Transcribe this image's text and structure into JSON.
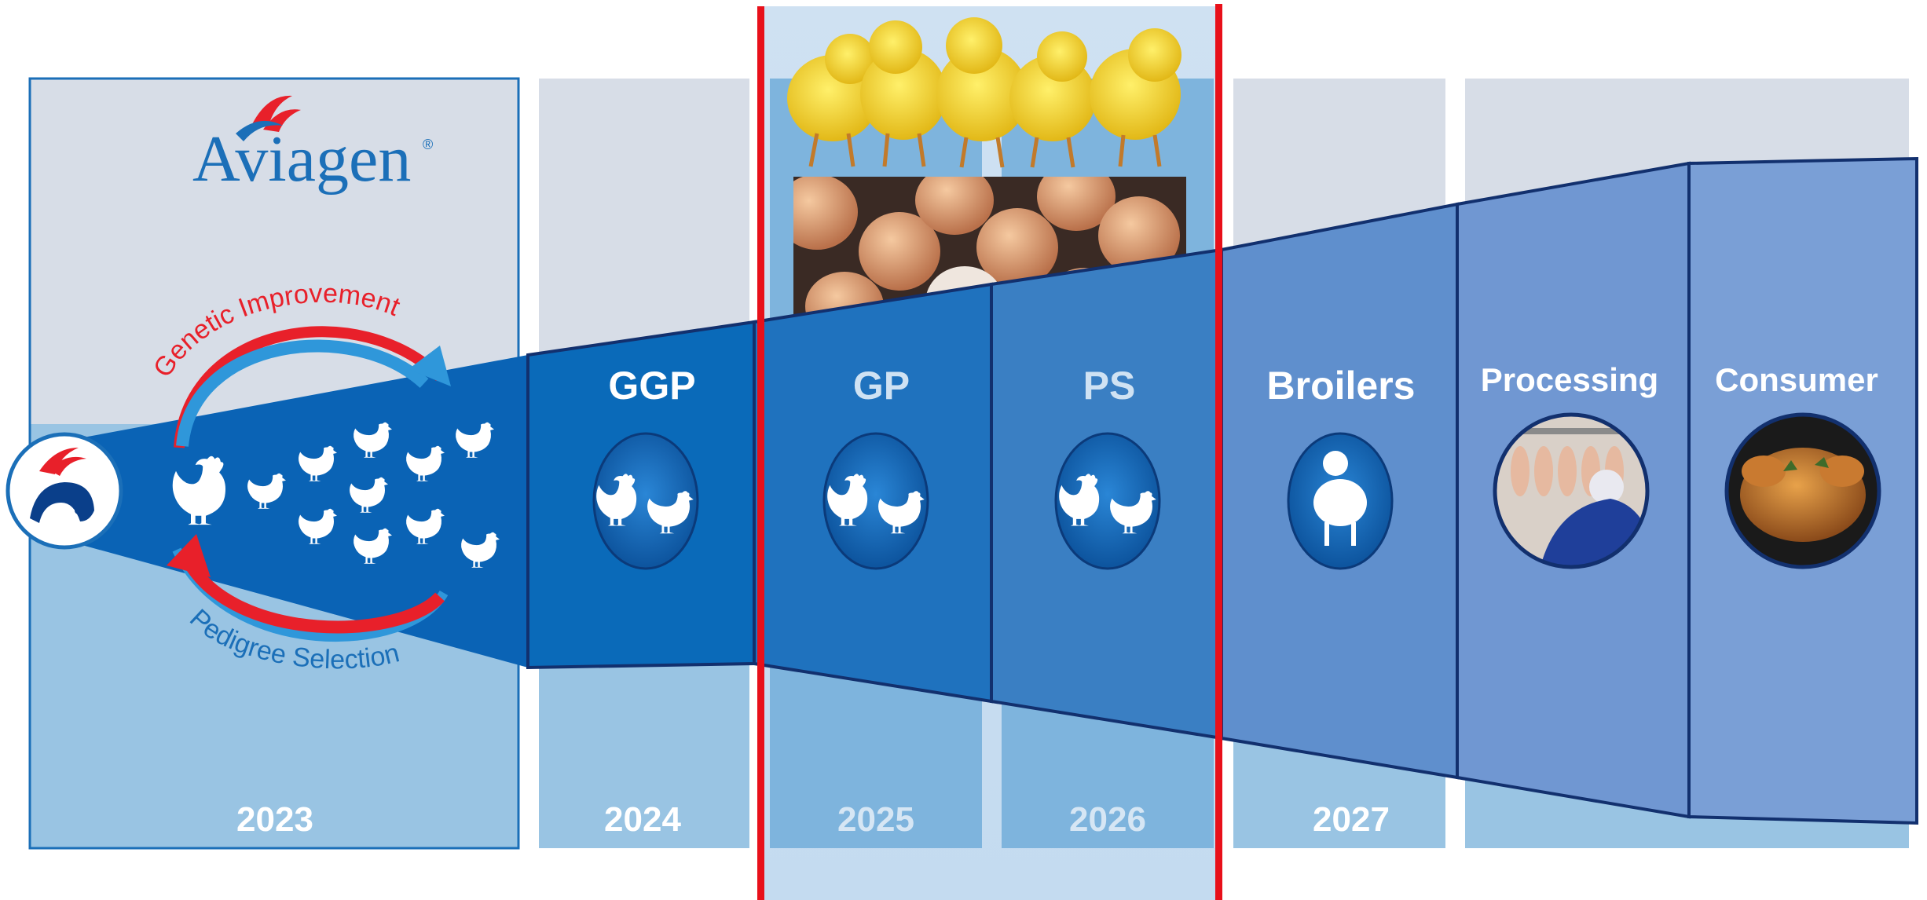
{
  "brand": {
    "name": "Aviagen",
    "registered_mark": "®"
  },
  "cycle": {
    "top_label": "Genetic Improvement",
    "bottom_label": "Pedigree Selection"
  },
  "stages": [
    {
      "key": "ggp",
      "label": "GGP",
      "icon": "hen-and-rooster-egg-icon"
    },
    {
      "key": "gp",
      "label": "GP",
      "icon": "hen-and-rooster-egg-icon"
    },
    {
      "key": "ps",
      "label": "PS",
      "icon": "hen-and-rooster-egg-icon"
    },
    {
      "key": "broilers",
      "label": "Broilers",
      "icon": "broiler-chicken-egg-icon"
    },
    {
      "key": "processing",
      "label": "Processing",
      "icon": "processing-plant-photo"
    },
    {
      "key": "consumer",
      "label": "Consumer",
      "icon": "roast-chicken-photo"
    }
  ],
  "years": [
    "2023",
    "2024",
    "2025",
    "2026",
    "2027"
  ],
  "highlight": {
    "color": "#e8101a",
    "photos": [
      "chicks-photo",
      "eggs-photo"
    ]
  },
  "colors": {
    "column_top": "#d7dde7",
    "column_bottom": "#99c4e3",
    "funnel_dark": "#0a63b5",
    "funnel_light": "#7a9fd6",
    "brand_blue": "#1b6fb8",
    "brand_red": "#e8202a"
  }
}
